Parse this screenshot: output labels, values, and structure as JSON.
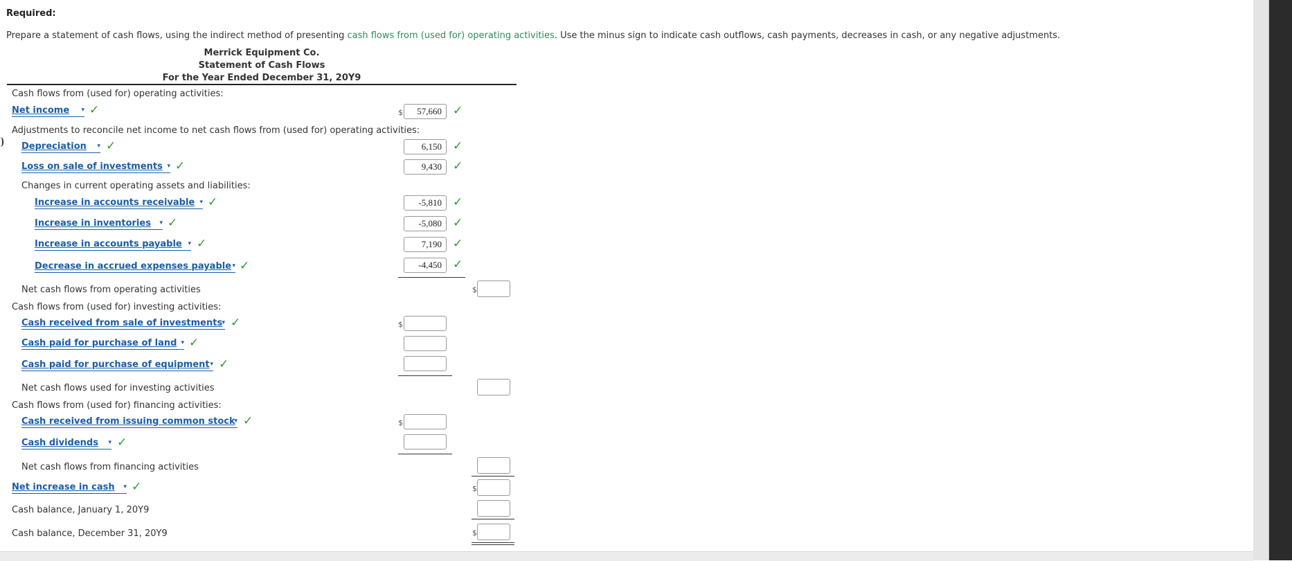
{
  "required": "Required:",
  "instructions": {
    "before": "Prepare a statement of cash flows, using the indirect method of presenting ",
    "highlight": "cash flows from (used for) operating activities",
    "after": ". Use the minus sign to indicate cash outflows, cash payments, decreases in cash, or any negative adjustments."
  },
  "statement": {
    "company": "Merrick Equipment Co.",
    "title": "Statement of Cash Flows",
    "period": "For the Year Ended December 31, 20Y9"
  },
  "currency": "$",
  "check_mark": "✓",
  "caret": "▾",
  "operating": {
    "header": "Cash flows from (used for) operating activities:",
    "net_income": {
      "label": "Net income",
      "value": "57,660"
    },
    "adjustments_header": "Adjustments to reconcile net income to net cash flows from (used for) operating activities:",
    "depreciation": {
      "label": "Depreciation",
      "value": "6,150"
    },
    "loss_on_sale": {
      "label": "Loss on sale of investments",
      "value": "9,430"
    },
    "changes_header": "Changes in current operating assets and liabilities:",
    "increase_ar": {
      "label": "Increase in accounts receivable",
      "value": "-5,810"
    },
    "increase_inv": {
      "label": "Increase in inventories",
      "value": "-5,080"
    },
    "increase_ap": {
      "label": "Increase in accounts payable",
      "value": "7,190"
    },
    "decrease_accrued": {
      "label": "Decrease in accrued expenses payable",
      "value": "-4,450"
    },
    "net_label": "Net cash flows from operating activities"
  },
  "investing": {
    "header": "Cash flows from (used for) investing activities:",
    "sale_investments": {
      "label": "Cash received from sale of investments"
    },
    "purchase_land": {
      "label": "Cash paid for purchase of land"
    },
    "purchase_equipment": {
      "label": "Cash paid for purchase of equipment"
    },
    "net_label": "Net cash flows used for investing activities"
  },
  "financing": {
    "header": "Cash flows from (used for) financing activities:",
    "common_stock": {
      "label": "Cash received from issuing common stock"
    },
    "dividends": {
      "label": "Cash dividends"
    },
    "net_label": "Net cash flows from financing activities"
  },
  "net_increase": {
    "label": "Net increase in cash"
  },
  "cash_jan": "Cash balance, January 1, 20Y9",
  "cash_dec": "Cash balance, December 31, 20Y9"
}
